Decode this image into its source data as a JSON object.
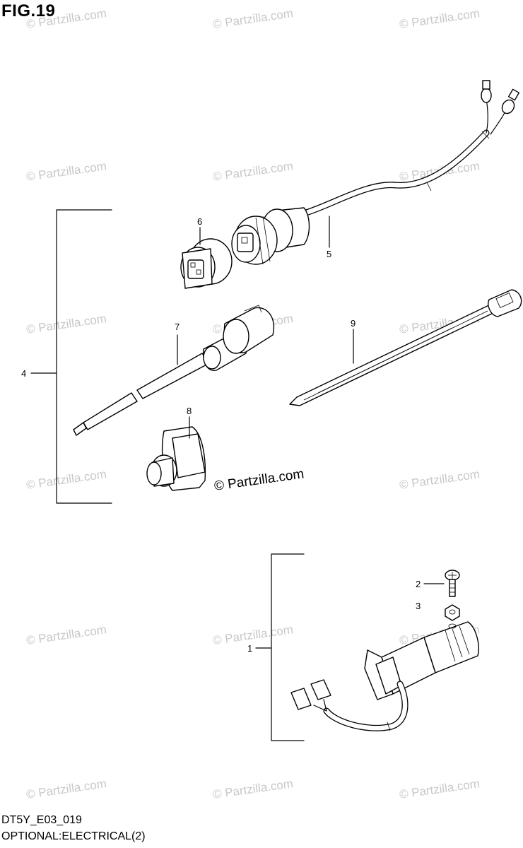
{
  "figure": {
    "title": "FIG.19",
    "model_code": "DT5Y_E03_019",
    "caption": "OPTIONAL:ELECTRICAL(2)"
  },
  "watermark": {
    "text": "© Partzilla.com",
    "center_text": "© Partzilla.com"
  },
  "callouts": {
    "part1": "1",
    "part2": "2",
    "part3": "3",
    "part4": "4",
    "part5": "5",
    "part6": "6",
    "part7": "7",
    "part8": "8",
    "part9": "9"
  }
}
